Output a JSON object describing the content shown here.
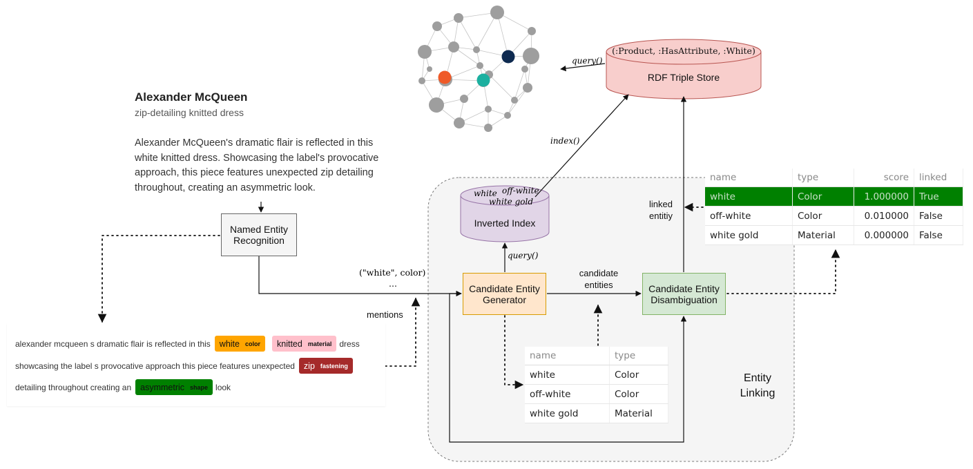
{
  "product": {
    "brand": "Alexander McQueen",
    "name": "zip-detailing knitted dress",
    "description": "Alexander McQueen's dramatic flair is reflected in this white knitted dress. Showcasing the label's provocative approach, this piece features unexpected zip detailing throughout, creating an asymmetric look."
  },
  "nodes": {
    "ner": "Named Entity Recognition",
    "rdf_store": "RDF Triple Store",
    "rdf_triple": "(:Product, :HasAttribute, :White)",
    "inverted_index": "Inverted Index",
    "index_terms": [
      "white",
      "off-white",
      "white gold"
    ],
    "generator": "Candidate Entity Generator",
    "disambiguation": "Candidate Entity Disambiguation",
    "entity_linking": "Entity Linking"
  },
  "edge_labels": {
    "query_rdf": "query()",
    "index": "index()",
    "query_index": "query()",
    "mention_tuple": "(\"white\", color)",
    "ellipsis": "...",
    "mentions": "mentions",
    "candidate_entities": "candidate entities",
    "linked_entity": "linked entitiy"
  },
  "ner_output": {
    "line1": {
      "before": "alexander mcqueen s dramatic flair is reflected in this",
      "after": "dress"
    },
    "line2": {
      "before": "showcasing the label s provocative approach this piece features unexpected"
    },
    "line3": {
      "before": "detailing throughout creating an",
      "after": "look"
    },
    "entities": [
      {
        "text": "white",
        "label": "color",
        "bg": "#ffa500",
        "fg": "#111111"
      },
      {
        "text": "knitted",
        "label": "material",
        "bg": "#ffc0cb",
        "fg": "#111111"
      },
      {
        "text": "zip",
        "label": "fastening",
        "bg": "#a52a2a",
        "fg": "#ffffff"
      },
      {
        "text": "asymmetric",
        "label": "shape",
        "bg": "#008000",
        "fg": "#111111"
      }
    ]
  },
  "candidate_table": {
    "columns": [
      "name",
      "type"
    ],
    "rows": [
      [
        "white",
        "Color"
      ],
      [
        "off-white",
        "Color"
      ],
      [
        "white gold",
        "Material"
      ]
    ]
  },
  "linked_table": {
    "columns": [
      "name",
      "type",
      "score",
      "linked"
    ],
    "rows": [
      [
        "white",
        "Color",
        "1.000000",
        "True"
      ],
      [
        "off-white",
        "Color",
        "0.010000",
        "False"
      ],
      [
        "white gold",
        "Material",
        "0.000000",
        "False"
      ]
    ]
  },
  "colors": {
    "generator_fill": "#ffe6cc",
    "disambiguation_fill": "#d5e8d4",
    "rdf_fill": "#f8cecc",
    "index_fill": "#e1d5e7",
    "ner_fill": "#f5f5f5",
    "linked_highlight": "#008000",
    "graph_node_gray": "#9e9e9e",
    "graph_node_orange": "#ef5a28",
    "graph_node_teal": "#1cb0a0",
    "graph_node_navy": "#0e2a50"
  }
}
